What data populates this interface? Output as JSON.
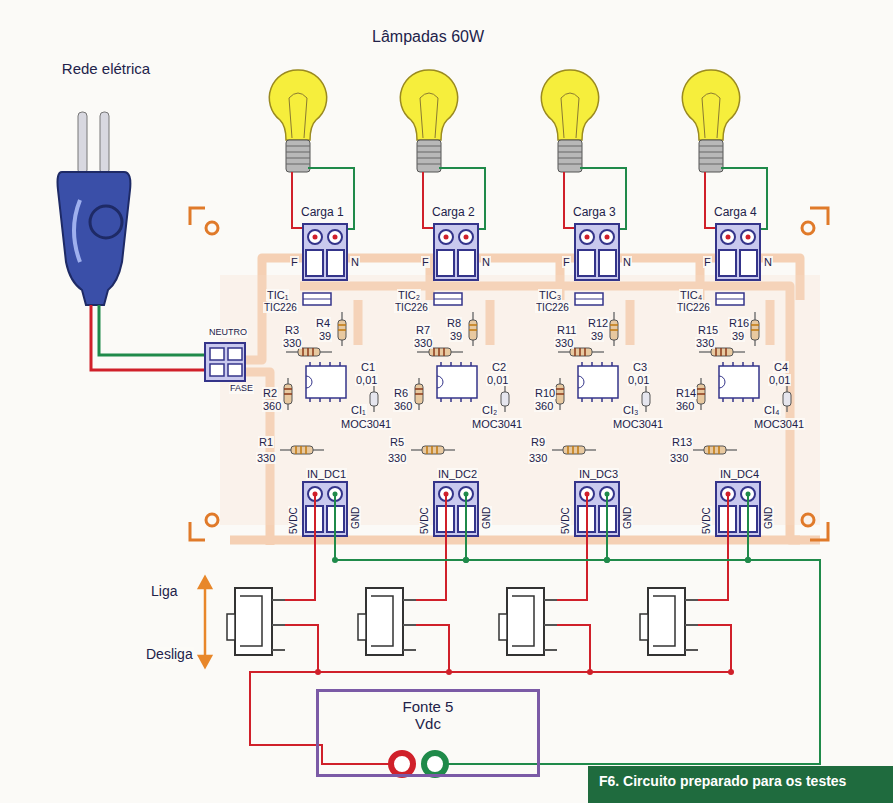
{
  "diagram": {
    "title": "Lâmpadas 60W",
    "caption": "F6. Circuito preparado para os testes",
    "nodes": [
      {
        "text": [
          "Fonte 5 Vdc"
        ]
      }
    ],
    "labels": [
      "Rede elétrica",
      "NEUTRO",
      "FASE",
      "Carga 1",
      "F",
      "N",
      "TIC₁",
      "TIC226",
      "R3",
      "330",
      "R4",
      "39",
      "C1",
      "0,01",
      "R2",
      "360",
      "CI₁",
      "MOC3041",
      "R1",
      "330",
      "IN_DC1",
      "5VDC",
      "GND",
      "Carga 2",
      "F",
      "N",
      "TIC₂",
      "TIC226",
      "R7",
      "330",
      "R8",
      "39",
      "C2",
      "0,01",
      "R6",
      "360",
      "CI₂",
      "MOC3041",
      "R5",
      "330",
      "IN_DC2",
      "5VDC",
      "GND",
      "Carga 3",
      "F",
      "N",
      "TIC₃",
      "TIC226",
      "R11",
      "330",
      "R12",
      "39",
      "C3",
      "0,01",
      "R10",
      "360",
      "CI₃",
      "MOC3041",
      "R9",
      "330",
      "IN_DC3",
      "5VDC",
      "GND",
      "Carga 4",
      "F",
      "N",
      "TIC₄",
      "TIC226",
      "R15",
      "330",
      "R16",
      "39",
      "C4",
      "0,01",
      "R14",
      "360",
      "CI₄",
      "MOC3041",
      "R13",
      "330",
      "IN_DC4",
      "5VDC",
      "GND",
      "Liga",
      "Desliga"
    ]
  }
}
